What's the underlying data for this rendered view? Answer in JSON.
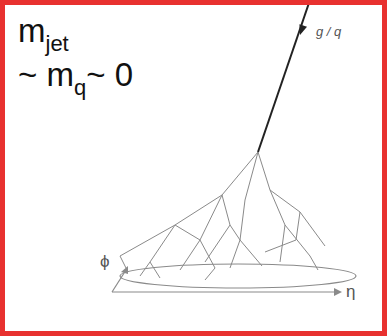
{
  "diagram": {
    "labels": [
      "m",
      "jet",
      "~ m",
      "q",
      "~ 0",
      "g / q",
      "ϕ",
      "η"
    ]
  }
}
